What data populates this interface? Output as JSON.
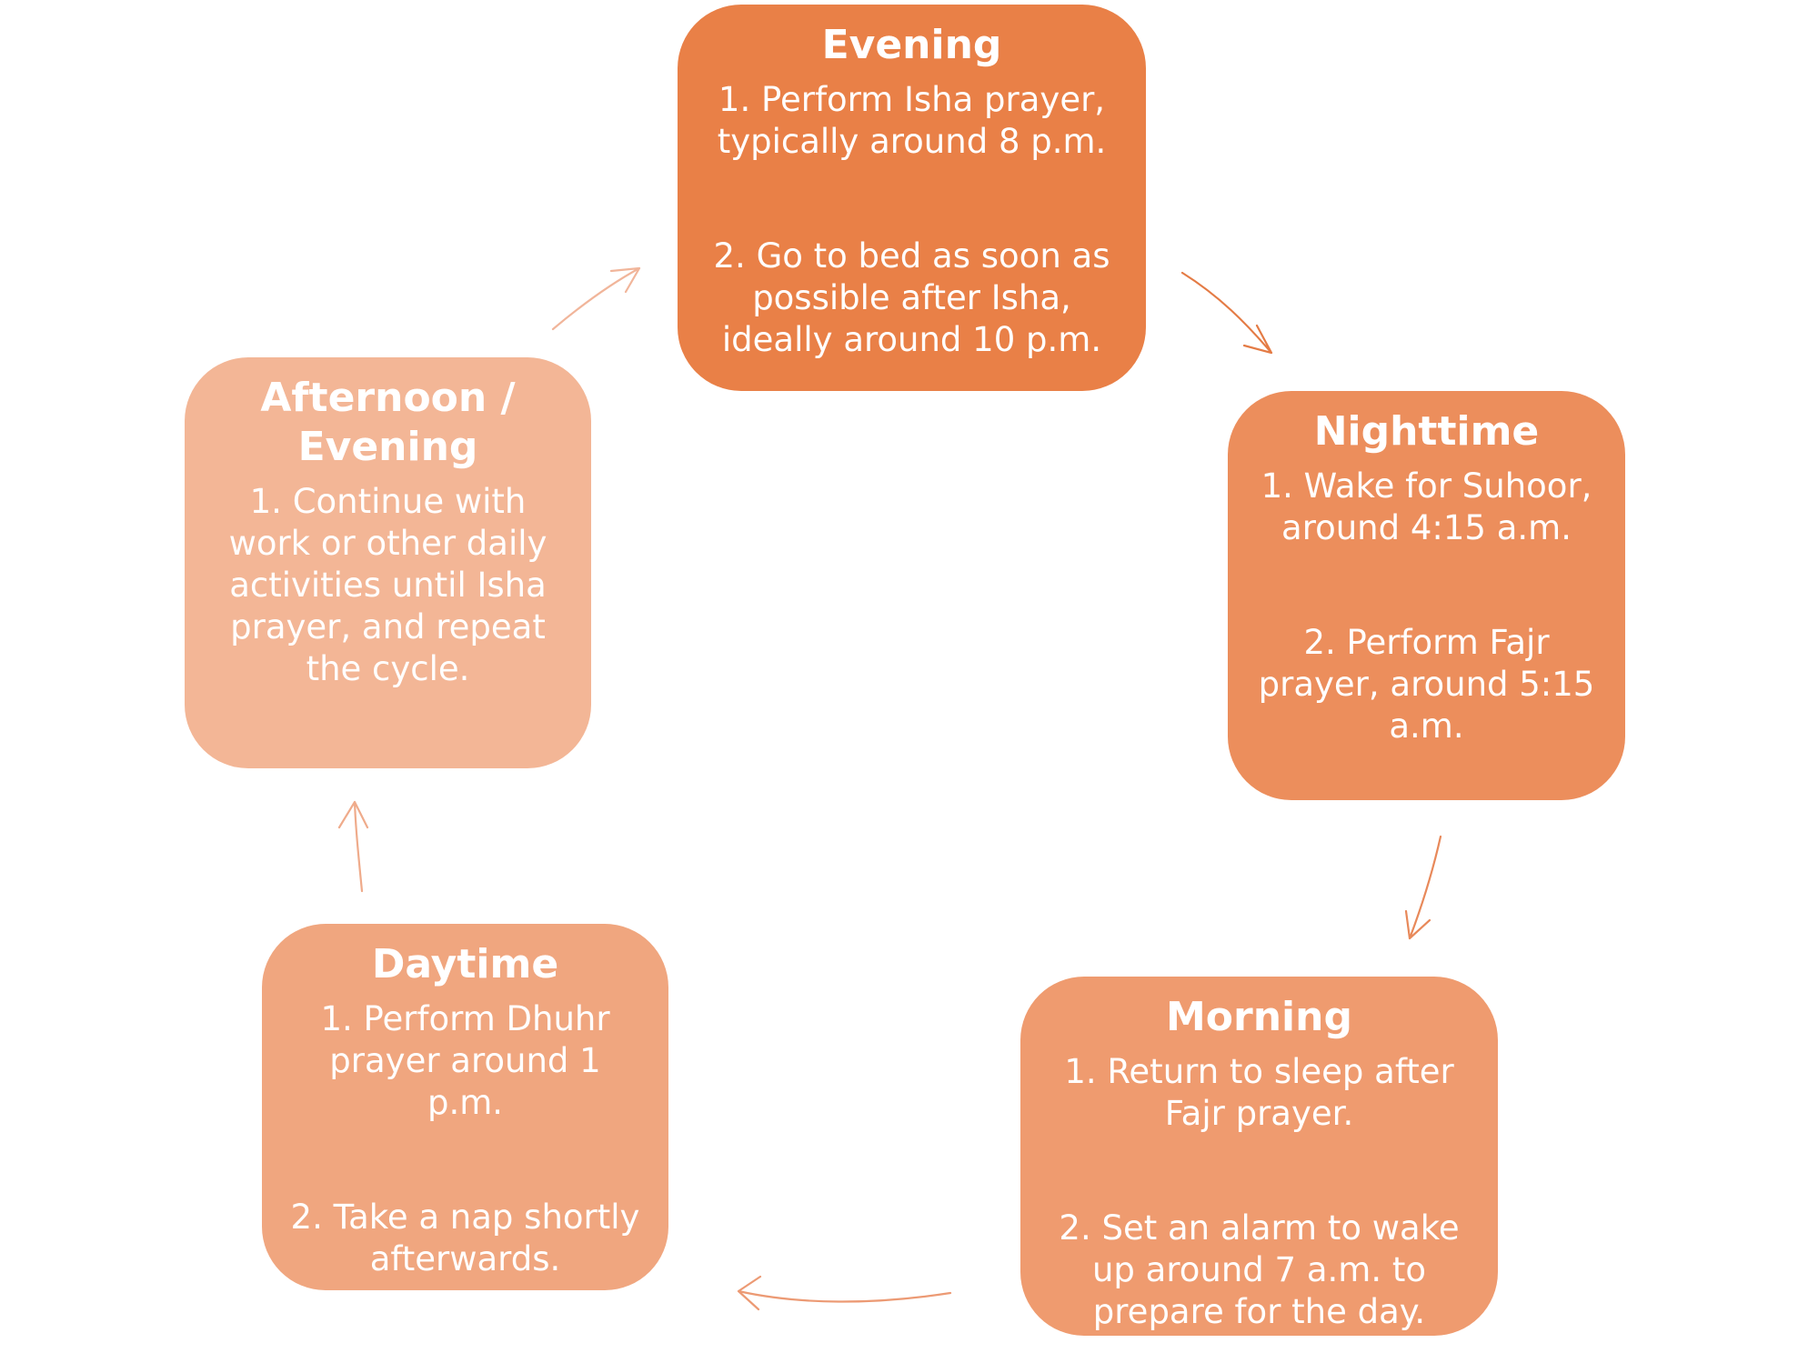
{
  "cards": [
    {
      "id": "evening",
      "title": "Evening",
      "steps": [
        "1. Perform Isha prayer, typically around 8 p.m.",
        "2. Go to bed as soon as possible after Isha, ideally around 10 p.m."
      ],
      "color": "#e98047"
    },
    {
      "id": "nighttime",
      "title": "Nighttime",
      "steps": [
        "1. Wake for Suhoor, around 4:15 a.m.",
        "2. Perform Fajr prayer, around 5:15 a.m."
      ],
      "color": "#ec8e5c"
    },
    {
      "id": "morning",
      "title": "Morning",
      "steps": [
        "1. Return to sleep after Fajr prayer.",
        "2. Set an alarm to wake up around 7 a.m. to prepare for the day."
      ],
      "color": "#ef9b6f"
    },
    {
      "id": "daytime",
      "title": "Daytime",
      "steps": [
        "1. Perform Dhuhr prayer around 1 p.m.",
        "2. Take a nap shortly afterwards."
      ],
      "color": "#f0a67f"
    },
    {
      "id": "afternoon",
      "title": "Afternoon / Evening",
      "steps": [
        "1. Continue with work or other daily activities until Isha prayer, and repeat the cycle."
      ],
      "color": "#f3b696"
    }
  ],
  "arrow_colors": {
    "evening_to_nighttime": "#e47b45",
    "nighttime_to_morning": "#e8895a",
    "morning_to_daytime": "#ec9a74",
    "daytime_to_afternoon": "#efab8b",
    "afternoon_to_evening": "#f1b59a"
  }
}
